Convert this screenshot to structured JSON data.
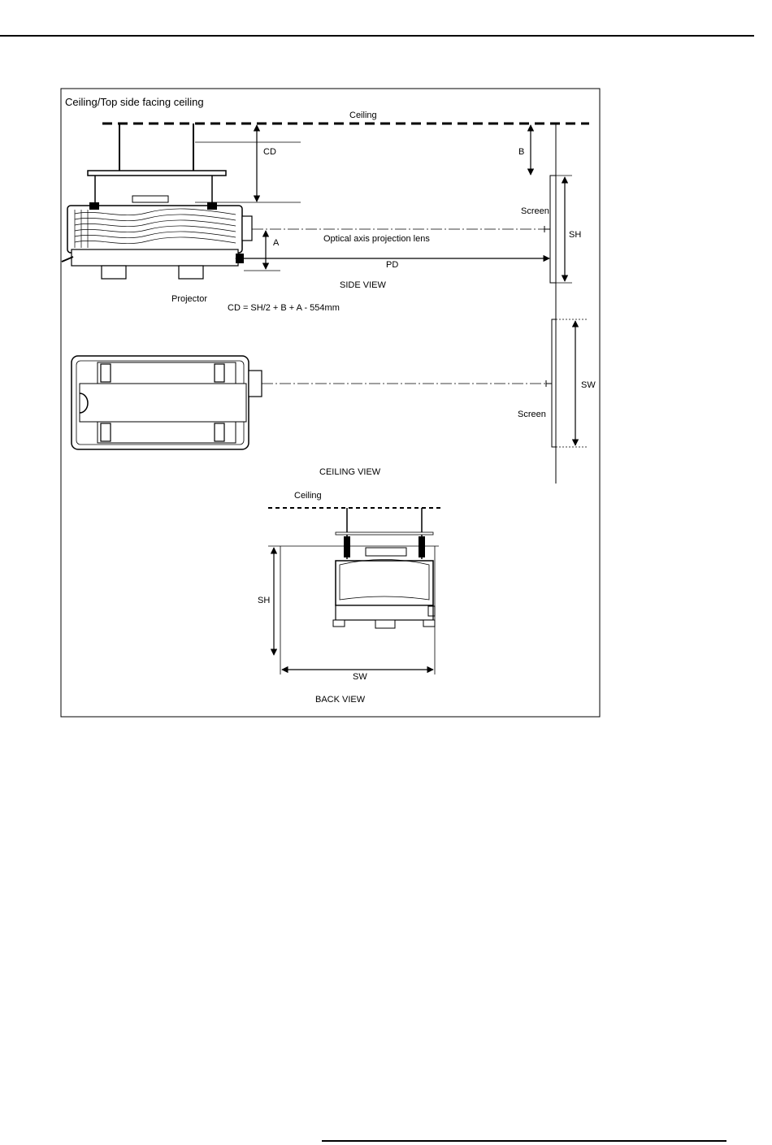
{
  "header_rule": true,
  "footer_rule": true,
  "diagram": {
    "frame_title": "Ceiling/Top side facing ceiling",
    "side_view": {
      "ceiling": "Ceiling",
      "cd": "CD",
      "b": "B",
      "screen": "Screen",
      "sh": "SH",
      "a": "A",
      "optical_axis": "Optical axis projection lens",
      "pd": "PD",
      "caption": "SIDE VIEW",
      "projector": "Projector",
      "formula": "CD = SH/2 + B + A - 554mm"
    },
    "ceiling_view": {
      "screen": "Screen",
      "sw": "SW",
      "caption": "CEILING VIEW"
    },
    "back_view": {
      "ceiling": "Ceiling",
      "sh": "SH",
      "sw": "SW",
      "caption": "BACK VIEW"
    }
  }
}
